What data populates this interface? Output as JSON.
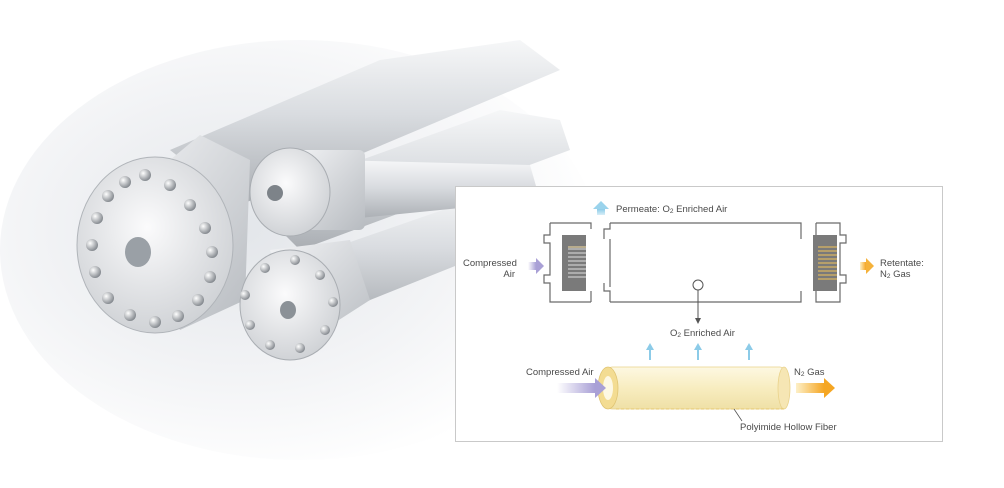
{
  "diagram": {
    "permeate_prefix": "Permeate: O",
    "permeate_sub": "2",
    "permeate_suffix": " Enriched Air",
    "compressed_line1": "Compressed",
    "compressed_line2": "Air",
    "retentate_line1": "Retentate:",
    "retentate_prefix": "N",
    "retentate_sub": "2",
    "retentate_suffix": " Gas",
    "o2_prefix": "O",
    "o2_sub": "2",
    "o2_suffix": " Enriched Air",
    "fiber_compressed": "Compressed Air",
    "n2_prefix": "N",
    "n2_sub": "2",
    "n2_suffix": " Gas",
    "fiber_label": "Polyimide Hollow Fiber"
  },
  "colors": {
    "permeate_arrow": "#a8d8ee",
    "compressed_arrow": "#b9b2dc",
    "n2_arrow": "#f7b53a",
    "fiber_body": "#f8efc4",
    "fiber_lines": "#f2d789",
    "module_outline": "#6a6a6a"
  }
}
